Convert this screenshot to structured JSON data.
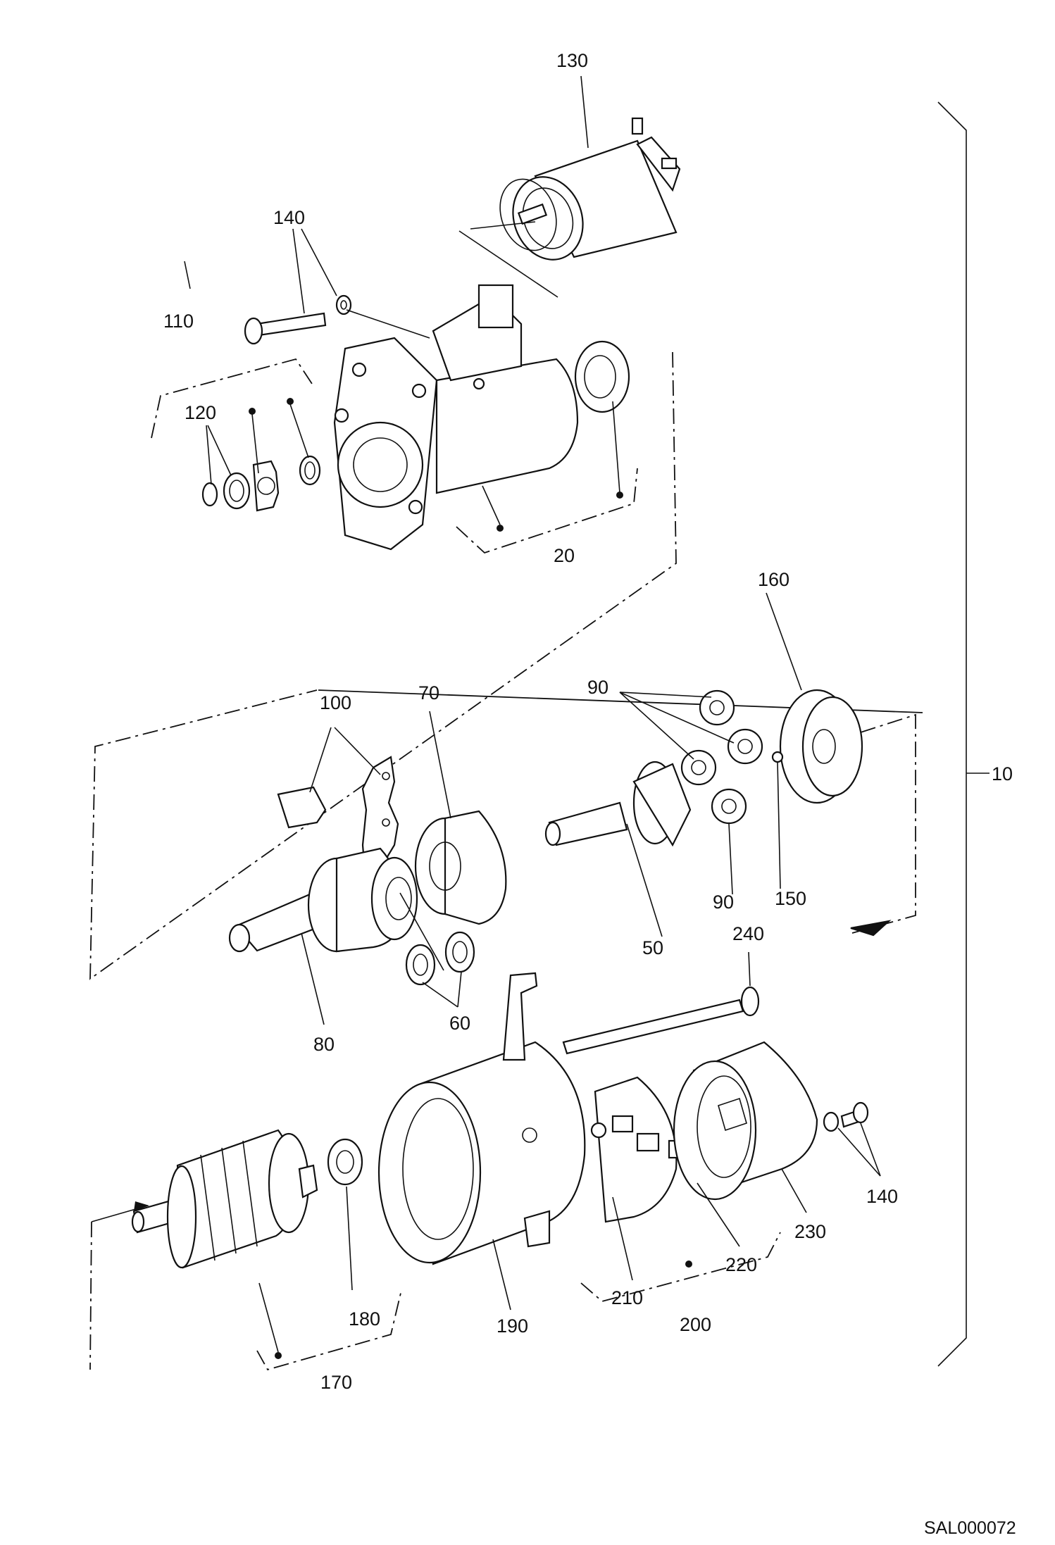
{
  "diagram": {
    "reference_code": "SAL000072",
    "callouts": {
      "c10": "10",
      "c20": "20",
      "c50": "50",
      "c60": "60",
      "c70": "70",
      "c80": "80",
      "c90a": "90",
      "c90b": "90",
      "c100": "100",
      "c110": "110",
      "c120": "120",
      "c130": "130",
      "c140a": "140",
      "c140b": "140",
      "c150": "150",
      "c160": "160",
      "c170": "170",
      "c180": "180",
      "c190": "190",
      "c200": "200",
      "c210": "210",
      "c220": "220",
      "c230": "230",
      "c240": "240"
    }
  }
}
